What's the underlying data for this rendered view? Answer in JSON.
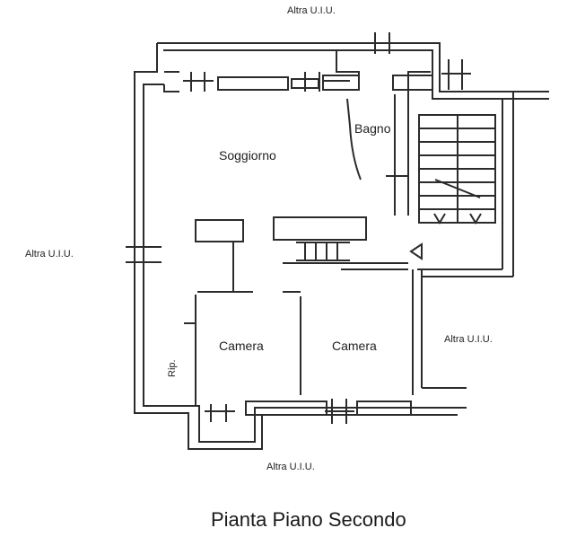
{
  "labels": {
    "top_neighbor": "Altra U.I.U.",
    "left_neighbor": "Altra U.I.U.",
    "right_neighbor": "Altra U.I.U.",
    "bottom_neighbor": "Altra U.I.U."
  },
  "rooms": {
    "living": "Soggiorno",
    "bath": "Bagno",
    "bedroom_left": "Camera",
    "bedroom_right": "Camera",
    "storage": "Rip."
  },
  "title": "Pianta Piano Secondo"
}
